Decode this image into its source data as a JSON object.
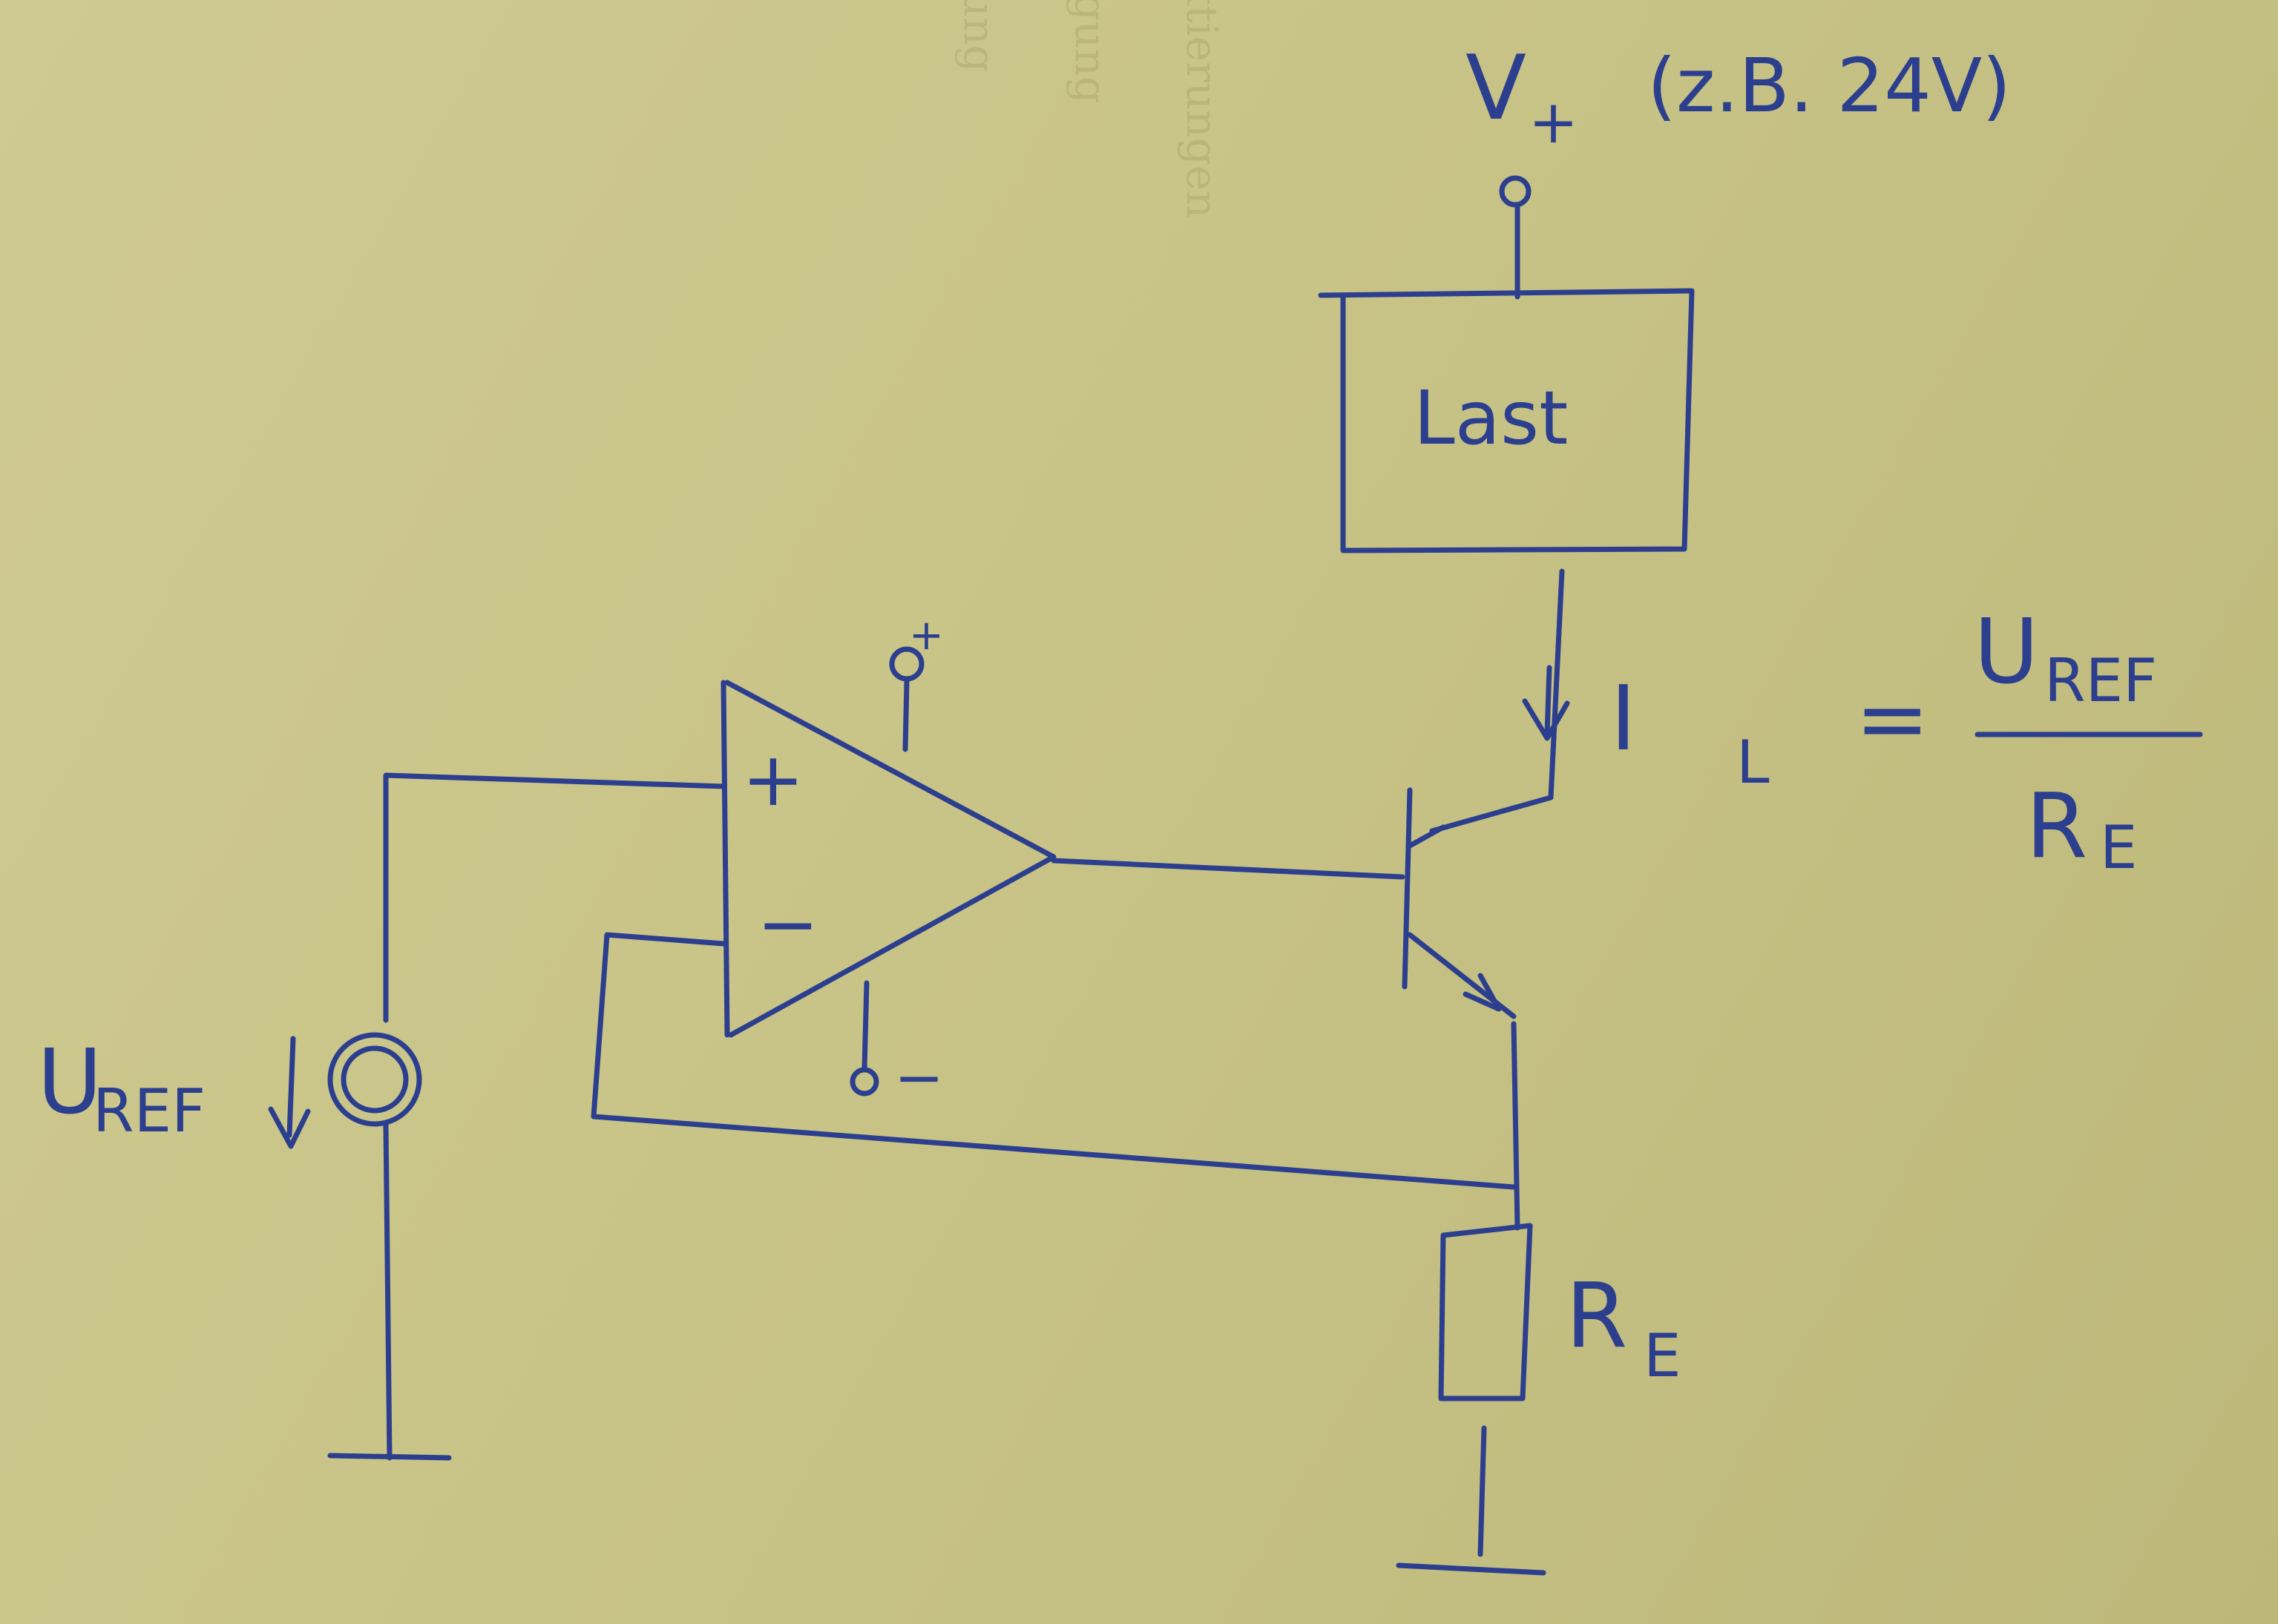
{
  "supply": {
    "label": "V",
    "sub": "+",
    "note": "(z.B. 24V)"
  },
  "load": {
    "label": "Last"
  },
  "current": {
    "label": "I",
    "sub": "L"
  },
  "formula": {
    "lhs": "=",
    "num_main": "U",
    "num_sub": "REF",
    "den_main": "R",
    "den_sub": "E"
  },
  "opamp": {
    "plus_input": "+",
    "minus_input": "−",
    "supply_pos": "+",
    "supply_neg": "−"
  },
  "reference": {
    "main": "U",
    "sub": "REF"
  },
  "resistor": {
    "main": "R",
    "sub": "E"
  },
  "colors": {
    "ink": "#2c3e8e",
    "paper": "#c9c48a"
  }
}
